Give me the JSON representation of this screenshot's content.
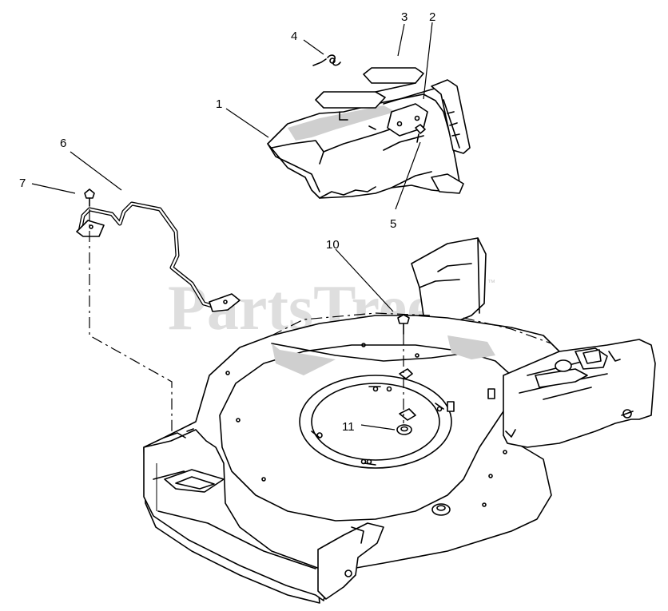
{
  "watermark": {
    "text": "PartsTree",
    "trademark": "™"
  },
  "callouts": [
    {
      "id": "1",
      "label": "1"
    },
    {
      "id": "2",
      "label": "2"
    },
    {
      "id": "3",
      "label": "3"
    },
    {
      "id": "4",
      "label": "4"
    },
    {
      "id": "5",
      "label": "5"
    },
    {
      "id": "6",
      "label": "6"
    },
    {
      "id": "7",
      "label": "7"
    },
    {
      "id": "10",
      "label": "10"
    },
    {
      "id": "11",
      "label": "11"
    }
  ]
}
